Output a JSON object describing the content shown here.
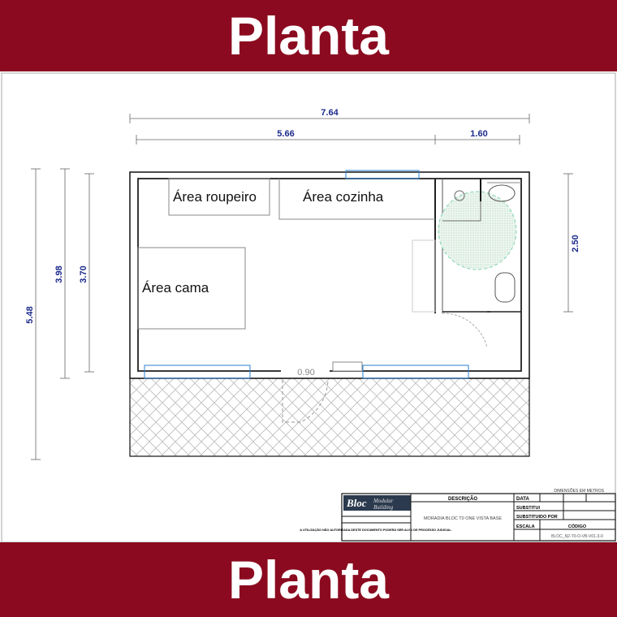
{
  "header": {
    "title": "Planta"
  },
  "footer": {
    "title": "Planta"
  },
  "plan": {
    "dimensions": {
      "total_width": "7.64",
      "main_width": "5.66",
      "bath_width": "1.60",
      "total_depth": "5.48",
      "depth_with_wall": "3.98",
      "inner_depth": "3.70",
      "bath_depth": "2.50",
      "door_width": "0.90"
    },
    "rooms": [
      "Área roupeiro",
      "Área cozinha",
      "Área cama"
    ]
  },
  "title_block": {
    "units_note": "DIMENSÕES EM METROS",
    "logo": "Bloc Modular Building",
    "description_label": "DESCRIÇÃO",
    "description": "MORADIA BLOC T0 ONE VISTA BASE",
    "date_label": "DATA",
    "replaces_label": "SUBSTITUI",
    "replaced_by_label": "SUBSTITUIDO POR",
    "scale_label": "ESCALA",
    "code_label": "CÓDIGO",
    "code": "BLOC_N2-T0-O-VB-V01-3-0",
    "legal_notice": "A UTILIZAÇÃO NÃO AUTORIZADA DESTE DOCUMENTO PODERÁ SER ALVO DE PROCESSO JUDICIAL."
  },
  "colors": {
    "banner": "#8b0a1f",
    "dimension_text": "#1b2a8c",
    "window": "#2a7fd0"
  }
}
